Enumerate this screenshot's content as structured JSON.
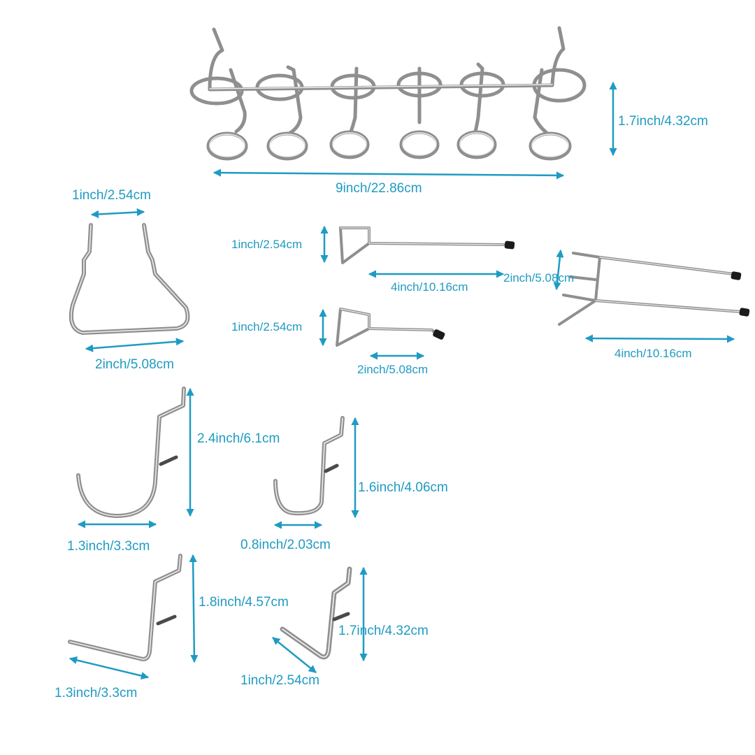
{
  "colors": {
    "dimension": "#1f9bc2",
    "wire": "#8f8f8f",
    "wire_highlight": "#e9e9e9",
    "tip": "#1b1b1b",
    "background": "#ffffff"
  },
  "items": {
    "ring_rack": {
      "width": "9inch/22.86cm",
      "height": "1.7inch/4.32cm"
    },
    "u_hook": {
      "top": "1inch/2.54cm",
      "bottom": "2inch/5.08cm"
    },
    "straight_hook_long": {
      "height": "1inch/2.54cm",
      "length": "4inch/10.16cm"
    },
    "straight_hook_short": {
      "height": "1inch/2.54cm",
      "length": "2inch/5.08cm"
    },
    "double_hook": {
      "height": "2inch/5.08cm",
      "length": "4inch/10.16cm"
    },
    "j_hook_large": {
      "height": "2.4inch/6.1cm",
      "width": "1.3inch/3.3cm"
    },
    "j_hook_small": {
      "height": "1.6inch/4.06cm",
      "width": "0.8inch/2.03cm"
    },
    "l_hook": {
      "height": "1.8inch/4.57cm",
      "length": "1.3inch/3.3cm"
    },
    "angled_hook": {
      "height": "1.7inch/4.32cm",
      "length": "1inch/2.54cm"
    }
  }
}
